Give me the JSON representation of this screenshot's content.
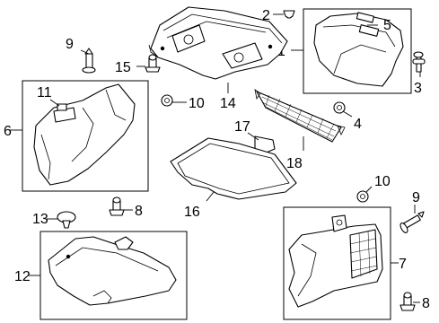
{
  "callouts": {
    "c1": "1",
    "c2": "2",
    "c3": "3",
    "c4": "4",
    "c5": "5",
    "c6": "6",
    "c7": "7",
    "c8a": "8",
    "c8b": "8",
    "c9a": "9",
    "c9b": "9",
    "c10a": "10",
    "c10b": "10",
    "c11": "11",
    "c12": "12",
    "c13": "13",
    "c14": "14",
    "c15": "15",
    "c16": "16",
    "c17": "17",
    "c18": "18"
  }
}
